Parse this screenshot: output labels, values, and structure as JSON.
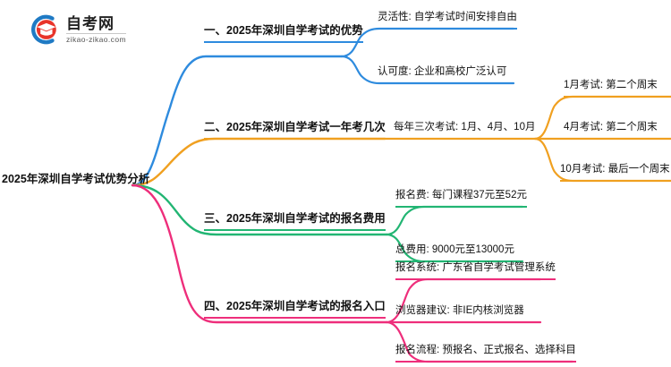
{
  "logo": {
    "icon": "graduation-cap-logo-icon",
    "cn_name": "自考网",
    "domain": "zikao-zikao.com",
    "arc_color": "#1F7AC4",
    "cap_color": "#E03020"
  },
  "mindmap": {
    "root": {
      "label": "2025年深圳自学考试优势分析"
    },
    "branches": [
      {
        "label": "一、2025年深圳自学考试的优势",
        "color": "#2E8BDE",
        "children": [
          {
            "label": "灵活性: 自学考试时间安排自由"
          },
          {
            "label": "认可度: 企业和高校广泛认可"
          }
        ]
      },
      {
        "label": "二、2025年深圳自学考试一年考几次",
        "color": "#F0A020",
        "children": [
          {
            "label": "每年三次考试: 1月、4月、10月",
            "children": [
              {
                "label": "1月考试: 第二个周末"
              },
              {
                "label": "4月考试: 第二个周末"
              },
              {
                "label": "10月考试: 最后一个周末"
              }
            ]
          }
        ]
      },
      {
        "label": "三、2025年深圳自学考试的报名费用",
        "color": "#22B573",
        "children": [
          {
            "label": "报名费: 每门课程37元至52元"
          },
          {
            "label": "总费用: 9000元至13000元"
          }
        ]
      },
      {
        "label": "四、2025年深圳自学考试的报名入口",
        "color": "#EE2E7B",
        "children": [
          {
            "label": "报名系统: 广东省自学考试管理系统"
          },
          {
            "label": "浏览器建议: 非IE内核浏览器"
          },
          {
            "label": "报名流程: 预报名、正式报名、选择科目"
          }
        ]
      }
    ]
  }
}
